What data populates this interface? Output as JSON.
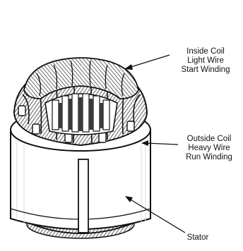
{
  "labels": {
    "inside_coil": [
      "Inside Coil",
      "Light Wire",
      "Start Winding"
    ],
    "outside_coil": [
      "Outside Coil",
      "Heavy Wire",
      "Run Winding"
    ],
    "stator": "Stator"
  },
  "colors": {
    "ink": "#111111",
    "paper": "#ffffff",
    "shade": "#e6e6e6",
    "dark": "#3a3a3a"
  }
}
